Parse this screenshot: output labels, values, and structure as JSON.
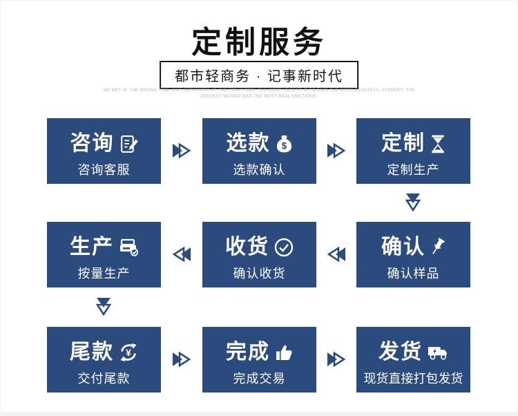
{
  "header": {
    "title": "定制服务",
    "subtitle": "都市轻商务 · 记事新时代",
    "tagline_line1": "WE MET AT THE WRONG TIME, BUT SEPARATED AT THE RIGHT TIME. THE MOST URGENT IS TO TAKE THE MOST BEAUTIFUL SCENERY; THE",
    "tagline_line2": "DEEPEST WOUND WAS THE MOST REAL EMOTIONS."
  },
  "colors": {
    "box-blue": "#2b4a7d",
    "arrow-blue": "#2b4a7d",
    "title-black": "#111111",
    "tagline-gray": "#b3b3b3"
  },
  "steps": [
    {
      "title": "咨询",
      "subtitle": "咨询客服",
      "icon": "note-edit-icon"
    },
    {
      "title": "选款",
      "subtitle": "选款确认",
      "icon": "money-bag-icon"
    },
    {
      "title": "定制",
      "subtitle": "定制生产",
      "icon": "hourglass-icon"
    },
    {
      "title": "生产",
      "subtitle": "按量生产",
      "icon": "production-machine-icon"
    },
    {
      "title": "收货",
      "subtitle": "确认收货",
      "icon": "check-circle-icon"
    },
    {
      "title": "确认",
      "subtitle": "确认样品",
      "icon": "pushpin-icon"
    },
    {
      "title": "尾款",
      "subtitle": "交付尾款",
      "icon": "currency-refund-icon"
    },
    {
      "title": "完成",
      "subtitle": "完成交易",
      "icon": "thumbs-up-icon"
    },
    {
      "title": "发货",
      "subtitle": "现货直接打包发货",
      "icon": "delivery-truck-icon"
    }
  ],
  "flow_arrows": [
    "right",
    "right",
    "down",
    "left",
    "left",
    "down",
    "right",
    "right"
  ]
}
